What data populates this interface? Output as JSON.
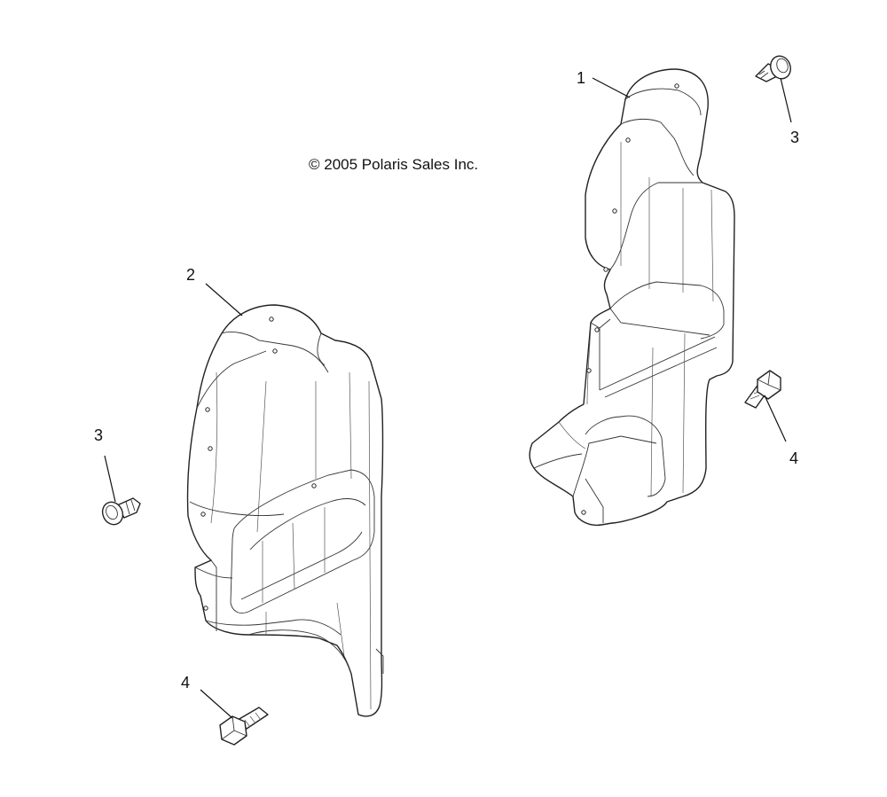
{
  "diagram": {
    "copyright": "© 2005 Polaris Sales Inc.",
    "callouts": [
      {
        "id": "c1",
        "label": "1"
      },
      {
        "id": "c2",
        "label": "2"
      },
      {
        "id": "c3a",
        "label": "3"
      },
      {
        "id": "c3b",
        "label": "3"
      },
      {
        "id": "c4a",
        "label": "4"
      },
      {
        "id": "c4b",
        "label": "4"
      }
    ]
  }
}
